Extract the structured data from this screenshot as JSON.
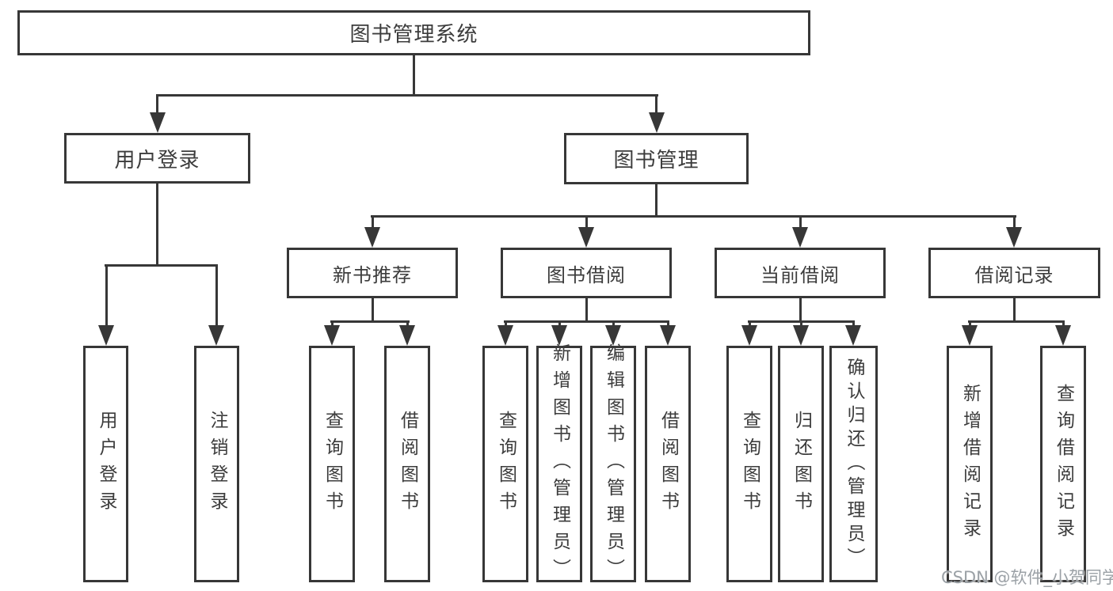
{
  "diagram": {
    "root": {
      "label": "图书管理系统"
    },
    "branches": [
      {
        "label": "用户登录",
        "children": [
          {
            "label": "用户登录"
          },
          {
            "label": "注销登录"
          }
        ]
      },
      {
        "label": "图书管理",
        "modules": [
          {
            "label": "新书推荐",
            "children": [
              {
                "label": "查询图书"
              },
              {
                "label": "借阅图书"
              }
            ]
          },
          {
            "label": "图书借阅",
            "children": [
              {
                "label": "查询图书"
              },
              {
                "label": "新增图书（管理员）"
              },
              {
                "label": "编辑图书（管理员）"
              },
              {
                "label": "借阅图书"
              }
            ]
          },
          {
            "label": "当前借阅",
            "children": [
              {
                "label": "查询图书"
              },
              {
                "label": "归还图书"
              },
              {
                "label": "确认归还（管理员）"
              }
            ]
          },
          {
            "label": "借阅记录",
            "children": [
              {
                "label": "新增借阅记录"
              },
              {
                "label": "查询借阅记录"
              }
            ]
          }
        ]
      }
    ]
  },
  "watermark": {
    "text": "CSDN @软件_小贺同学"
  },
  "colors": {
    "line": "#373737",
    "box_border": "#373737",
    "box_fill": "#ffffff",
    "text": "#3c3c3c",
    "watermark": "#9ba1a6",
    "background": "#ffffff"
  }
}
